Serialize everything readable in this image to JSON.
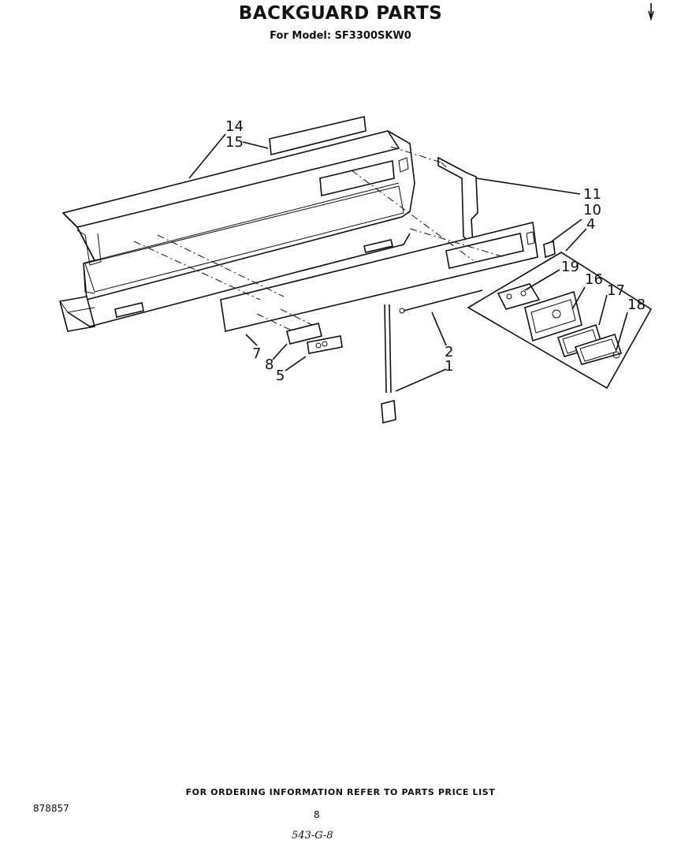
{
  "header": {
    "title": "BACKGUARD PARTS",
    "subtitle": "For Model: SF3300SKW0"
  },
  "callouts": {
    "c14": "14",
    "c15": "15",
    "c11": "11",
    "c10": "10",
    "c4": "4",
    "c19": "19",
    "c16": "16",
    "c17": "17",
    "c18": "18",
    "c7": "7",
    "c8": "8",
    "c5": "5",
    "c2": "2",
    "c1": "1"
  },
  "footer": {
    "ordering_note": "FOR ORDERING INFORMATION REFER TO PARTS PRICE LIST",
    "catalog_number": "878857",
    "page_number": "8",
    "handwritten_code": "543-G-8"
  }
}
